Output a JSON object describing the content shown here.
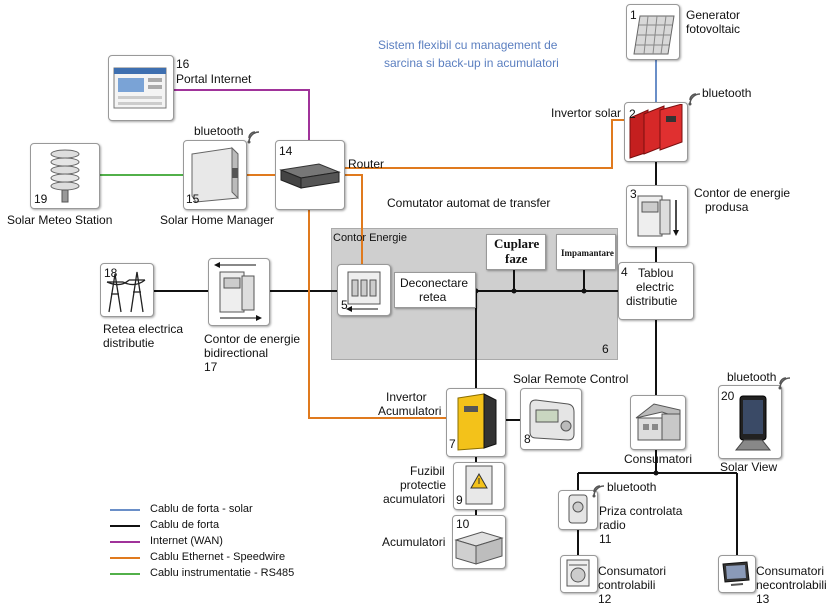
{
  "title": {
    "line1": "Sistem flexibil cu management de",
    "line2": "sarcina si back-up in acumulatori"
  },
  "nodes": {
    "n1": {
      "num": "1",
      "line1": "Generator",
      "line2": "fotovoltaic"
    },
    "n2": {
      "num": "2",
      "label": "Invertor solar",
      "bt": "bluetooth"
    },
    "n3": {
      "num": "3",
      "line1": "Contor de energie",
      "line2": "produsa"
    },
    "n4": {
      "num": "4",
      "line1": "Tablou",
      "line2": "electric",
      "line3": "distributie"
    },
    "n5": {
      "num": "5"
    },
    "n6": {
      "num": "6",
      "label": "Contor Energie",
      "transfer": "Comutator automat de transfer"
    },
    "n7": {
      "num": "7",
      "line1": "Invertor",
      "line2": "Acumulatori"
    },
    "n8": {
      "num": "8",
      "label": "Solar Remote Control"
    },
    "n9": {
      "num": "9",
      "line1": "Fuzibil",
      "line2": "protectie",
      "line3": "acumulatori"
    },
    "n10": {
      "num": "10",
      "label": "Acumulatori"
    },
    "n11": {
      "num": "11",
      "line1": "Priza controlata",
      "line2": "radio",
      "bt": "bluetooth"
    },
    "n12": {
      "num": "12",
      "line1": "Consumatori",
      "line2": "controlabili"
    },
    "n13": {
      "num": "13",
      "line1": "Consumatori",
      "line2": "necontrolabili"
    },
    "n14": {
      "num": "14",
      "label": "Router"
    },
    "n15": {
      "num": "15",
      "label": "Solar Home Manager",
      "bt": "bluetooth"
    },
    "n16": {
      "num": "16",
      "label": "Portal Internet"
    },
    "n17": {
      "num": "17",
      "line1": "Contor de energie",
      "line2": "bidirectional"
    },
    "n18": {
      "num": "18",
      "line1": "Retea electrica",
      "line2": "distributie"
    },
    "n19": {
      "num": "19",
      "label": "Solar Meteo Station"
    },
    "n20": {
      "num": "20",
      "label": "Solar View",
      "bt": "bluetooth"
    },
    "consumers": {
      "label": "Consumatori"
    },
    "disconnect": {
      "line1": "Deconectare",
      "line2": "retea"
    },
    "coupling": {
      "line1": "Cuplare",
      "line2": "faze"
    },
    "grounding": {
      "label": "Impamantare"
    }
  },
  "legend": [
    {
      "label": "Cablu de forta - solar",
      "color": "#6a8fc8"
    },
    {
      "label": "Cablu de forta",
      "color": "#111111"
    },
    {
      "label": "Internet (WAN)",
      "color": "#a0339a"
    },
    {
      "label": "Cablu Ethernet -  Speedwire",
      "color": "#e07a1e"
    },
    {
      "label": "Cablu instrumentatie - RS485",
      "color": "#52b04a"
    }
  ],
  "colors": {
    "solar": "#6a8fc8",
    "power": "#111111",
    "wan": "#a0339a",
    "ethernet": "#e07a1e",
    "rs485": "#52b04a",
    "title": "#5b7fc0",
    "panel": "#cfcfcf",
    "inverter_red": "#d62828",
    "inverter_yellow": "#f3c21a"
  },
  "icons": [
    "solar-panel-icon",
    "solar-inverter-icon",
    "energy-meter-icon",
    "distribution-board-icon",
    "battery-inverter-icon",
    "remote-control-icon",
    "fuse-icon",
    "battery-icon",
    "smart-plug-icon",
    "washing-machine-icon",
    "tv-icon",
    "router-icon",
    "home-manager-icon",
    "web-portal-icon",
    "bidirectional-meter-icon",
    "power-grid-icon",
    "weather-station-icon",
    "tablet-icon",
    "house-icon",
    "bluetooth-icon"
  ]
}
